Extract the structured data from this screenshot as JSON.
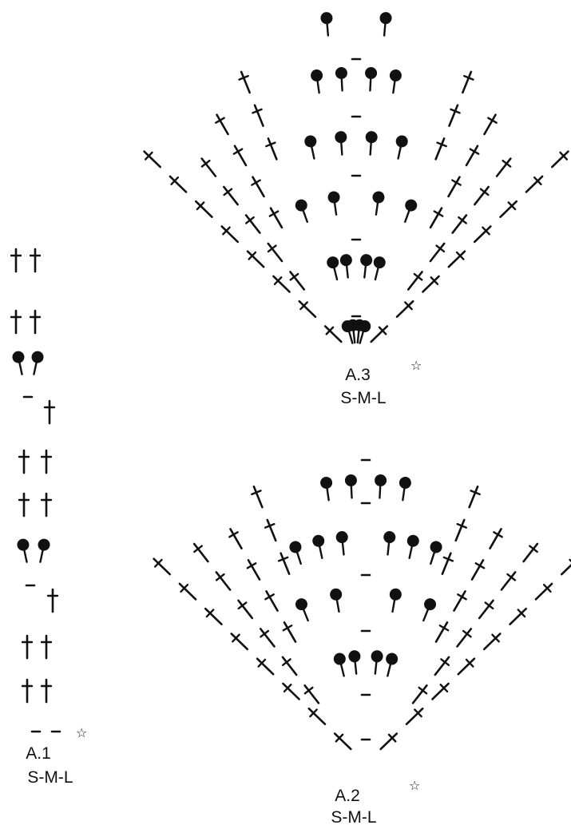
{
  "diagrams": [
    {
      "id": "A.1",
      "name": "A.1",
      "sizes": "S-M-L"
    },
    {
      "id": "A.3",
      "name": "A.3",
      "sizes": "S-M-L"
    },
    {
      "id": "A.2",
      "name": "A.2",
      "sizes": "S-M-L"
    }
  ],
  "start_marker": "☆",
  "colors": {
    "ink": "#111111",
    "background": "#ffffff"
  },
  "legend_symbols": [
    "treble-crochet",
    "bobble",
    "chain",
    "half-treble"
  ]
}
